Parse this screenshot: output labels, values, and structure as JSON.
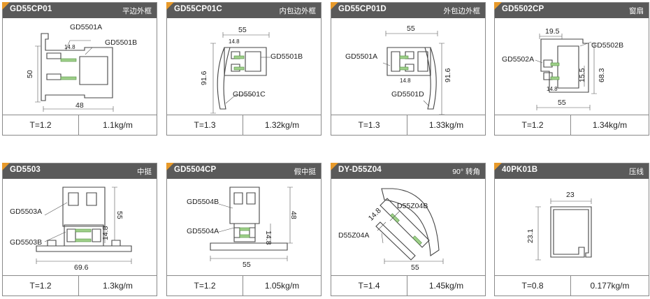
{
  "cards": [
    {
      "code": "GD55CP01",
      "title": "平边外框",
      "parts": [
        "GD5501A",
        "GD5501B"
      ],
      "dims": [
        "50",
        "48",
        "14.8"
      ],
      "thickness": "T=1.2",
      "weight": "1.1kg/m"
    },
    {
      "code": "GD55CP01C",
      "title": "内包边外框",
      "parts": [
        "GD5501B",
        "GD5501C"
      ],
      "dims": [
        "55",
        "91.6",
        "14.8"
      ],
      "thickness": "T=1.3",
      "weight": "1.32kg/m"
    },
    {
      "code": "GD55CP01D",
      "title": "外包边外框",
      "parts": [
        "GD5501A",
        "GD5501D"
      ],
      "dims": [
        "55",
        "91.6",
        "14.8"
      ],
      "thickness": "T=1.3",
      "weight": "1.33kg/m"
    },
    {
      "code": "GD5502CP",
      "title": "窗扇",
      "parts": [
        "GD5502B",
        "GD5502A"
      ],
      "dims": [
        "19.5",
        "68.3",
        "15.5",
        "14.8",
        "55"
      ],
      "thickness": "T=1.2",
      "weight": "1.34kg/m"
    },
    {
      "code": "GD5503",
      "title": "中挺",
      "parts": [
        "GD5503A",
        "GD5503B"
      ],
      "dims": [
        "55",
        "14.8",
        "69.6"
      ],
      "thickness": "T=1.2",
      "weight": "1.3kg/m"
    },
    {
      "code": "GD5504CP",
      "title": "假中挺",
      "parts": [
        "GD5504B",
        "GD5504A"
      ],
      "dims": [
        "48",
        "14.8",
        "55"
      ],
      "thickness": "T=1.2",
      "weight": "1.05kg/m"
    },
    {
      "code": "DY-D55Z04",
      "title": "90° 转角",
      "parts": [
        "D55Z04B",
        "D55Z04A"
      ],
      "dims": [
        "14.8",
        "55"
      ],
      "thickness": "T=1.4",
      "weight": "1.45kg/m"
    },
    {
      "code": "40PK01B",
      "title": "压线",
      "parts": [],
      "dims": [
        "23",
        "23.1"
      ],
      "thickness": "T=0.8",
      "weight": "0.177kg/m"
    }
  ]
}
